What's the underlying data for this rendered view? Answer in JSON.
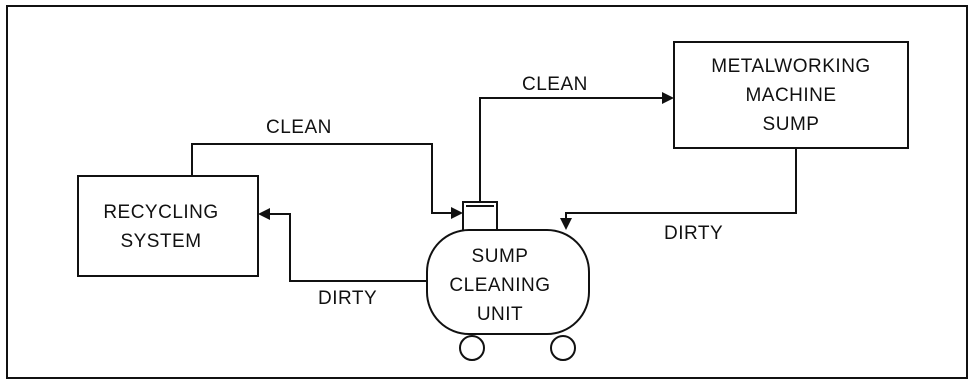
{
  "nodes": {
    "recycling": [
      "RECYCLING",
      "SYSTEM"
    ],
    "machine": [
      "METALWORKING",
      "MACHINE",
      "SUMP"
    ],
    "sump": [
      "SUMP",
      "CLEANING",
      "UNIT"
    ]
  },
  "flows": {
    "recycling_to_sump": "CLEAN",
    "sump_to_machine": "CLEAN",
    "machine_to_sump": "DIRTY",
    "sump_to_recycling": "DIRTY"
  }
}
